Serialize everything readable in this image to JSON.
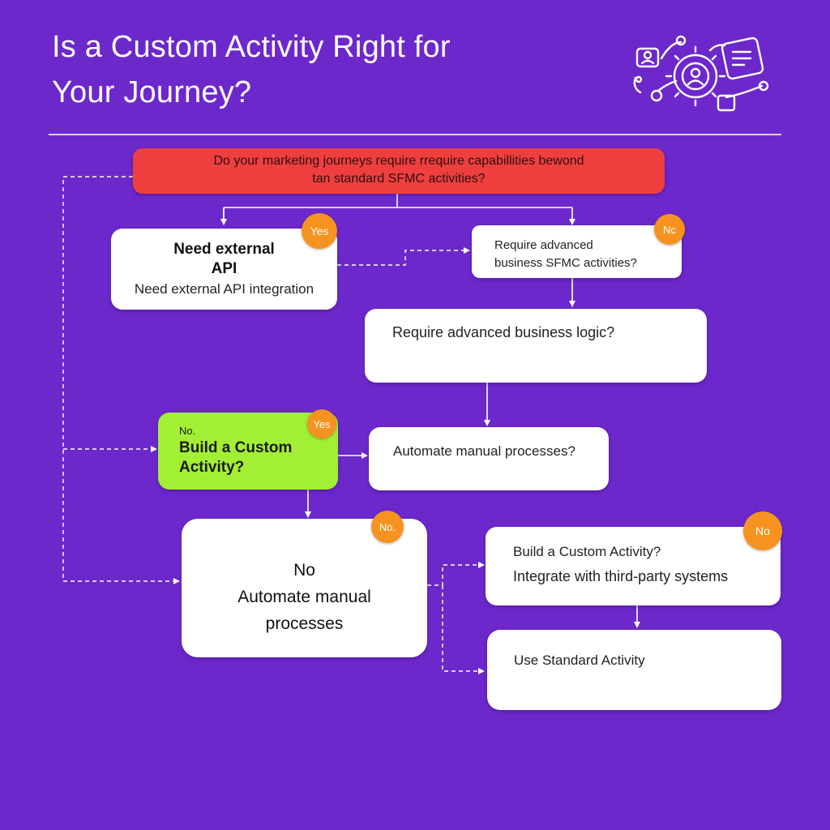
{
  "title": {
    "line1": "Is a Custom Activity Right for",
    "line2": "Your Journey?"
  },
  "logo": {
    "icon": "automation-gear-icon"
  },
  "colors": {
    "background": "#6d28cc",
    "question": "#ef3e3e",
    "decision": "#a3ef35",
    "badge": "#f69320"
  },
  "nodes": {
    "top_question": {
      "line1": "Do your marketing journeys require rrequire capabillities bewond",
      "line2": "tan standard SFMC activities?"
    },
    "external_api": {
      "line1": "Need external",
      "line2": "API",
      "line3": "Need external API integration",
      "badge": "Yes"
    },
    "require_advanced_sfmc": {
      "line1": "Require advanced",
      "line2": "business SFMC activities?",
      "badge": "Nc"
    },
    "advanced_logic": {
      "line1": "Require advanced business logic?"
    },
    "build_custom_green": {
      "line0": "No.",
      "line1": "Build a Custom",
      "line2": "Activity?",
      "badge": "Yes"
    },
    "automate_question": {
      "line1": "Automate manual processes?"
    },
    "automate_no": {
      "line1": "No",
      "line2": "Automate manual",
      "line3": "processes",
      "badge": "No."
    },
    "build_integrate": {
      "line1": "Build a Custom Activity?",
      "line2": "Integrate with third-party systems",
      "badge": "No"
    },
    "use_standard": {
      "line1": "Use Standard Activity"
    }
  }
}
